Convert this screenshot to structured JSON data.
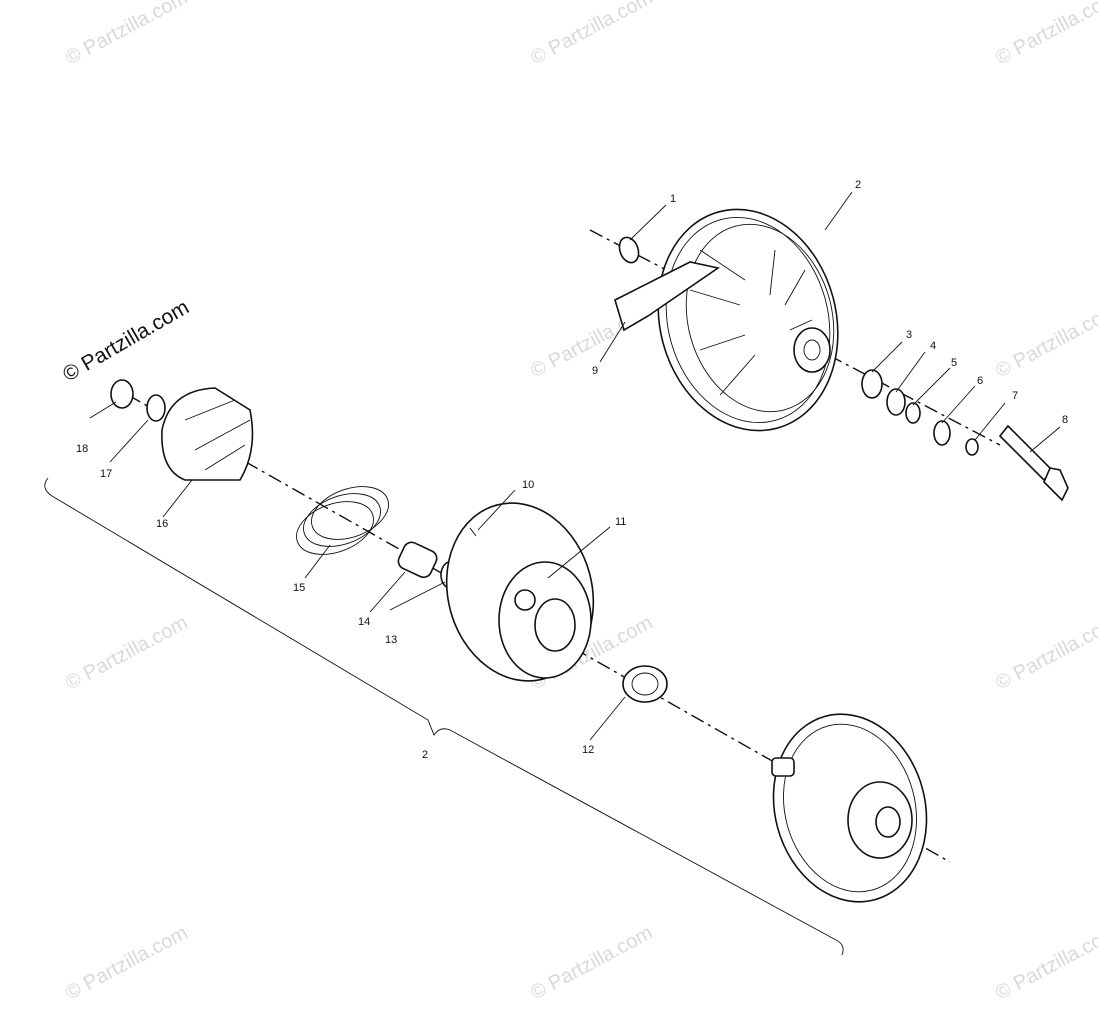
{
  "watermark_text": "© Partzilla.com",
  "credit_text": "© Partzilla.com",
  "callouts": [
    {
      "id": "c1",
      "text": "1"
    },
    {
      "id": "c2a",
      "text": "2"
    },
    {
      "id": "c3",
      "text": "3"
    },
    {
      "id": "c4",
      "text": "4"
    },
    {
      "id": "c5",
      "text": "5"
    },
    {
      "id": "c6",
      "text": "6"
    },
    {
      "id": "c7",
      "text": "7"
    },
    {
      "id": "c8",
      "text": "8"
    },
    {
      "id": "c9",
      "text": "9"
    },
    {
      "id": "c10",
      "text": "10"
    },
    {
      "id": "c11",
      "text": "11"
    },
    {
      "id": "c12",
      "text": "12"
    },
    {
      "id": "c13",
      "text": "13"
    },
    {
      "id": "c14",
      "text": "14"
    },
    {
      "id": "c15",
      "text": "15"
    },
    {
      "id": "c16",
      "text": "16"
    },
    {
      "id": "c17",
      "text": "17"
    },
    {
      "id": "c18",
      "text": "18"
    },
    {
      "id": "c2b",
      "text": "2"
    }
  ]
}
